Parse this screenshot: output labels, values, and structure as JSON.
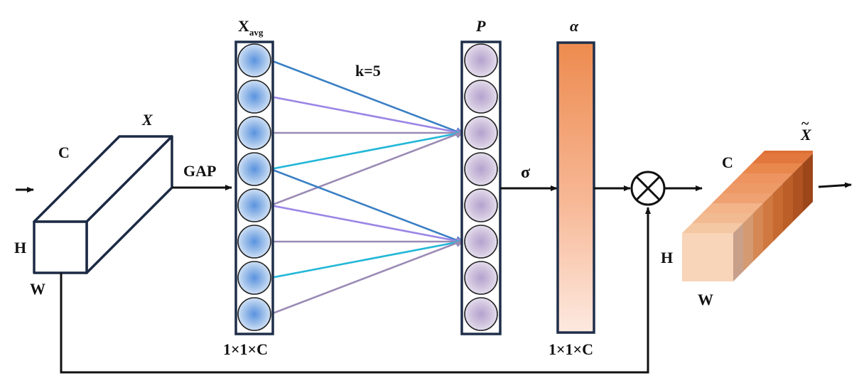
{
  "labels": {
    "x_input": "X",
    "c_input": "C",
    "h_input": "H",
    "w_input": "W",
    "gap": "GAP",
    "x_avg_main": "X",
    "x_avg_sub": "avg",
    "k": "k=5",
    "p": "P",
    "sigma": "σ",
    "alpha": "α",
    "dim_left": "1×1×C",
    "dim_right": "1×1×C",
    "x_tilde": "X",
    "x_tilde_mark": "~",
    "c_output": "C",
    "h_output": "H",
    "w_output": "W"
  },
  "colors": {
    "stroke": "#111111",
    "column_border": "#1f2f4a",
    "node_blue": "#9fc0ea",
    "node_purple": "#cfc3dd",
    "alpha_top": "#ed8b4f",
    "alpha_bottom": "#fde6dc",
    "conn_blue": "#3a7fc4",
    "conn_violet": "#9b86e6",
    "conn_mauve": "#9a8ab5",
    "conn_cyan": "#22b7d8"
  },
  "structure": {
    "node_count": 8,
    "kernel_size": 5
  }
}
